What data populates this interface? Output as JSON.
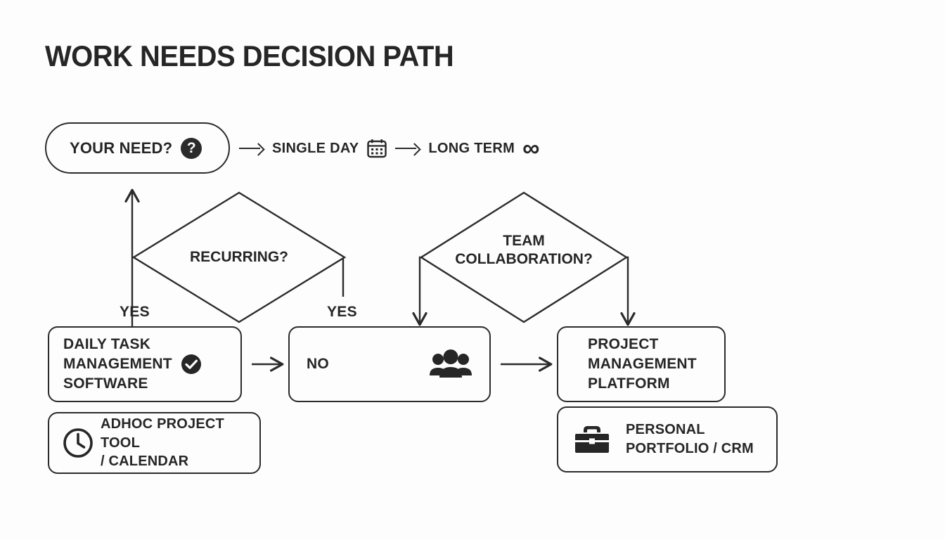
{
  "page": {
    "title": "WORK NEEDS DECISION PATH",
    "background_color": "#fdfdfd",
    "ink_color": "#2b2b2b"
  },
  "start": {
    "label": "YOUR NEED?",
    "icon": "question-mark-circle-icon"
  },
  "sequence": {
    "arrow1": "arrow-right-icon",
    "single_day": "SINGLE DAY",
    "calendar_icon": "calendar-icon",
    "arrow2": "arrow-right-icon",
    "long_term": "LONG TERM",
    "infinity_icon": "infinity-icon",
    "infinity_glyph": "∞"
  },
  "decisions": [
    {
      "id": "recurring",
      "label": "RECURRING?",
      "lines": [
        "RECURRING?"
      ]
    },
    {
      "id": "team-collaboration",
      "label": "TEAM COLLABORATION?",
      "lines": [
        "TEAM",
        "COLLABORATION?"
      ]
    }
  ],
  "branch_labels": {
    "yes_left": "YES",
    "yes_right": "YES"
  },
  "boxes": {
    "daily_task": {
      "lines": [
        "DAILY TASK",
        "MANAGEMENT",
        "SOFTWARE"
      ],
      "icon": "check-circle-icon"
    },
    "no": {
      "label": "NO",
      "icon": "people-group-icon"
    },
    "project_management": {
      "lines": [
        "PROJECT",
        "MANAGEMENT",
        "PLATFORM"
      ],
      "icon": "none"
    },
    "adhoc": {
      "lines": [
        "ADHOC PROJECT TOOL",
        "/ CALENDAR"
      ],
      "icon": "clock-icon"
    },
    "personal": {
      "lines": [
        "PERSONAL",
        "PORTFOLIO / CRM"
      ],
      "icon": "briefcase-icon"
    }
  },
  "connectors": [
    {
      "name": "recurring-to-start-up-arrow",
      "from": "recurring-left",
      "to": "your-need-pill",
      "arrowhead": true
    },
    {
      "name": "recurring-right-to-no",
      "from": "recurring-right",
      "to": "no-box",
      "arrowhead": false
    },
    {
      "name": "team-left-down-arrow",
      "from": "team-left",
      "to": "no-box",
      "arrowhead": true
    },
    {
      "name": "team-right-down-arrow",
      "from": "team-right",
      "to": "project-management-box",
      "arrowhead": true
    },
    {
      "name": "daily-task-to-no-arrow",
      "from": "daily-task-box",
      "to": "no-box",
      "arrowhead": true
    },
    {
      "name": "no-to-project-arrow",
      "from": "no-box",
      "to": "project-management-box",
      "arrowhead": true
    }
  ]
}
